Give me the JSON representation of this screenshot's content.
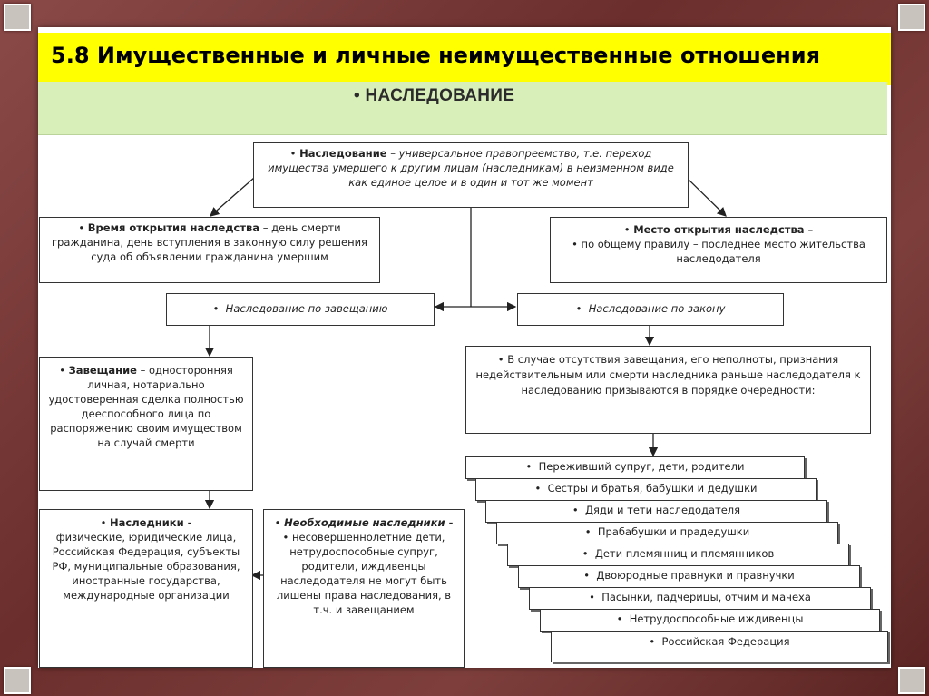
{
  "title": "5.8 Имущественные и личные неимущественные отношения",
  "subtitle": "• НАСЛЕДОВАНИЕ",
  "definition": {
    "term": "Наследование",
    "text": " – универсальное правопреемство, т.е. переход имущества умершего к другим лицам (наследникам) в неизменном виде как единое целое и в один и тот же момент"
  },
  "time": {
    "term": "Время открытия наследства",
    "text": " – день смерти гражданина, день вступления в законную силу решения суда об объявлении гражданина умершим"
  },
  "place": {
    "term": "Место открытия наследства",
    "dash": " –",
    "text": "по общему правилу – последнее место жительства наследодателя"
  },
  "by_will": "Наследование по завещанию",
  "by_law": "Наследование по закону",
  "will": {
    "term": "Завещание",
    "text": " – односторонняя личная, нотариально удостоверенная сделка полностью дееспособного лица по распоряжению своим имуществом на случай смерти"
  },
  "law_text": "В случае отсутствия завещания, его неполноты, признания недействительным или смерти наследника раньше наследодателя к наследованию призываются в порядке очередности:",
  "heirs": {
    "term": "Наследники -",
    "text": "физические, юридические лица, Российская Федерация, субъекты РФ, муниципальные образования, иностранные государства, международные организации"
  },
  "mandatory": {
    "term": "Необходимые наследники",
    "dash": " -",
    "text": "несовершеннолетние дети, нетрудоспособные супруг, родители, иждивенцы наследодателя не могут быть лишены права наследования, в т.ч. и завещанием"
  },
  "queue": [
    "Переживший супруг, дети, родители",
    "Сестры и братья,  бабушки и дедушки",
    "Дяди и тети наследодателя",
    "Прабабушки и прадедушки",
    "Дети   племянниц и племянников",
    "Двоюродные правнуки и правнучки",
    "Пасынки, падчерицы, отчим и мачеха",
    "Нетрудоспособные иждивенцы",
    "Российская Федерация"
  ],
  "bullet": "•"
}
